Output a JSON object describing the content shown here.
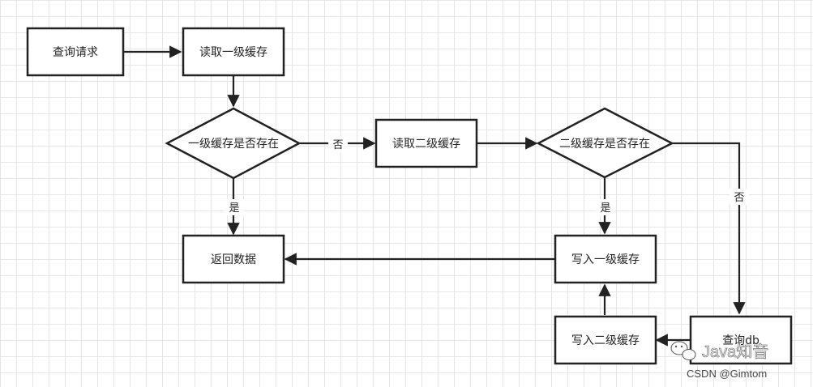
{
  "nodes": {
    "query_request": "查询请求",
    "read_l1": "读取一级缓存",
    "l1_exists": "一级缓存是否存在",
    "read_l2": "读取二级缓存",
    "l2_exists": "二级缓存是否存在",
    "return_data": "返回数据",
    "write_l1": "写入一级缓存",
    "write_l2": "写入二级缓存",
    "query_db": "查询db"
  },
  "edges": {
    "l1_no": "否",
    "l1_yes": "是",
    "l2_yes": "是",
    "l2_no": "否"
  },
  "watermark": {
    "brand": "Java知音",
    "csdn": "CSDN @Gimtom"
  }
}
